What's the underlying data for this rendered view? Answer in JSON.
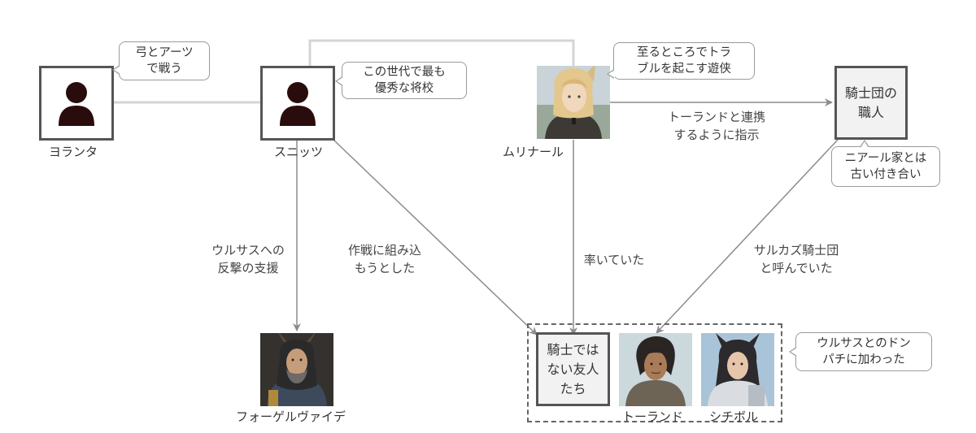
{
  "nodes": {
    "yolanta": {
      "name": "ヨランタ",
      "icon": "person-icon"
    },
    "snitz": {
      "name": "スニッツ",
      "icon": "person-icon"
    },
    "murinar": {
      "name": "ムリナール",
      "icon": "portrait-icon"
    },
    "guild": {
      "label": "騎士団の\n職人"
    },
    "fogelvide": {
      "name": "フォーゲルヴァイデ",
      "icon": "portrait-icon"
    },
    "friends": {
      "label": "騎士では\nない友人\nたち"
    },
    "torand": {
      "name": "トーランド",
      "icon": "portrait-icon"
    },
    "shichibol": {
      "name": "シチボル",
      "icon": "portrait-icon"
    }
  },
  "bubbles": {
    "yolanta": "弓とアーツ\nで戦う",
    "snitz": "この世代で最も\n優秀な将校",
    "murinar": "至るところでトラ\nブルを起こす遊侠",
    "guild": "ニアール家とは\n古い付き合い",
    "group": "ウルサスとのドン\nパチに加わった"
  },
  "edges": {
    "murinar_guild": "トーランドと連携\nするように指示",
    "snitz_fogel": "ウルサスへの\n反撃の支援",
    "snitz_friends": "作戦に組み込\nもうとした",
    "murinar_friends": "率いていた",
    "guild_torand": "サルカズ騎士団\nと呼んでいた"
  },
  "colors": {
    "arrow": "#8c8c8c",
    "link": "#d4d4d4",
    "box_border": "#555555",
    "box_fill": "#f2f2f2",
    "person": "#2a0c0c"
  }
}
